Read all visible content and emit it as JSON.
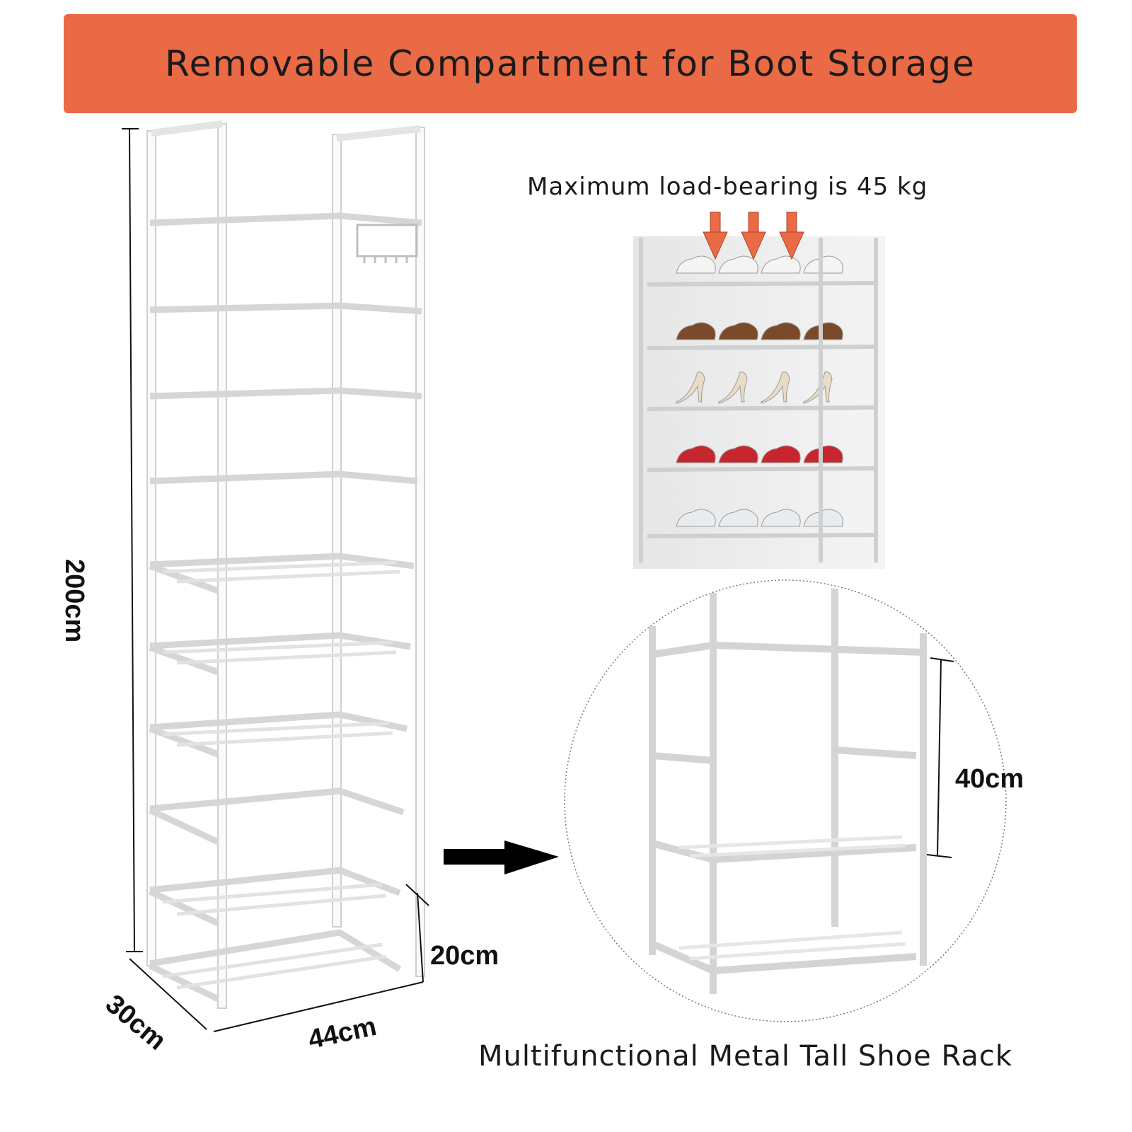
{
  "banner": {
    "title": "Removable Compartment for Boot Storage",
    "color": "#e96a45"
  },
  "dimensions": {
    "height": "200cm",
    "depth": "30cm",
    "width": "44cm",
    "bottom_tier": "20cm",
    "removable_tier": "40cm"
  },
  "load": {
    "text": "Maximum load-bearing is 45 kg",
    "arrow_color": "#e96a45"
  },
  "caption": "Multifunctional Metal Tall Shoe Rack",
  "photo": {
    "shoe_rows": [
      {
        "kind": "white-sneakers-icon",
        "color": "#f4f4f4"
      },
      {
        "kind": "brown-loafers-icon",
        "color": "#7a4a2b"
      },
      {
        "kind": "beige-heels-icon",
        "color": "#e8dcc6"
      },
      {
        "kind": "red-sneakers-icon",
        "color": "#c8262e"
      },
      {
        "kind": "grey-sneakers-icon",
        "color": "#e9ecef"
      }
    ]
  }
}
